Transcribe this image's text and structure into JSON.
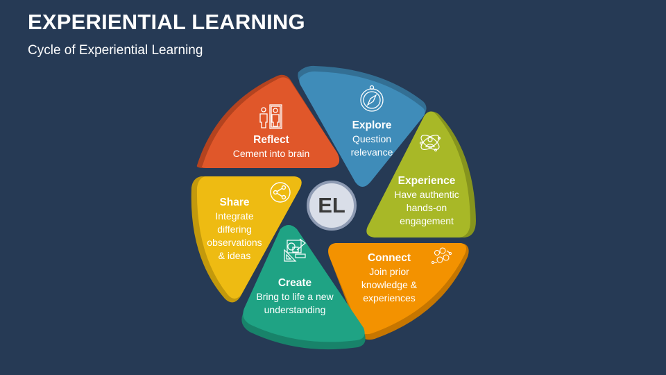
{
  "header": {
    "title": "EXPERIENTIAL LEARNING",
    "subtitle": "Cycle of Experiential Learning"
  },
  "center": {
    "label": "EL",
    "fill": "#D9DEE8",
    "ring": "#8E9BB3"
  },
  "segments": [
    {
      "id": "reflect",
      "title": "Reflect",
      "lines": [
        "Cement into brain"
      ],
      "color": "#E0572A",
      "shade": "#B4431F",
      "icon": "mirror-person-icon"
    },
    {
      "id": "explore",
      "title": "Explore",
      "lines": [
        "Question",
        "relevance"
      ],
      "color": "#3F8CB9",
      "shade": "#336F94",
      "icon": "compass-icon"
    },
    {
      "id": "experience",
      "title": "Experience",
      "lines": [
        "Have authentic",
        "hands-on",
        "engagement"
      ],
      "color": "#A8B827",
      "shade": "#86941D",
      "icon": "atom-person-icon"
    },
    {
      "id": "connect",
      "title": "Connect",
      "lines": [
        "Join prior",
        "knowledge &",
        "experiences"
      ],
      "color": "#F39200",
      "shade": "#C67600",
      "icon": "network-people-icon"
    },
    {
      "id": "create",
      "title": "Create",
      "lines": [
        "Bring to life a new",
        "understanding"
      ],
      "color": "#1FA384",
      "shade": "#18836A",
      "icon": "design-tools-icon"
    },
    {
      "id": "share",
      "title": "Share",
      "lines": [
        "Integrate",
        "differing",
        "observations",
        "& ideas"
      ],
      "color": "#EEBB12",
      "shade": "#C3990C",
      "icon": "share-icon"
    }
  ],
  "colors": {
    "background": "#263A55"
  }
}
